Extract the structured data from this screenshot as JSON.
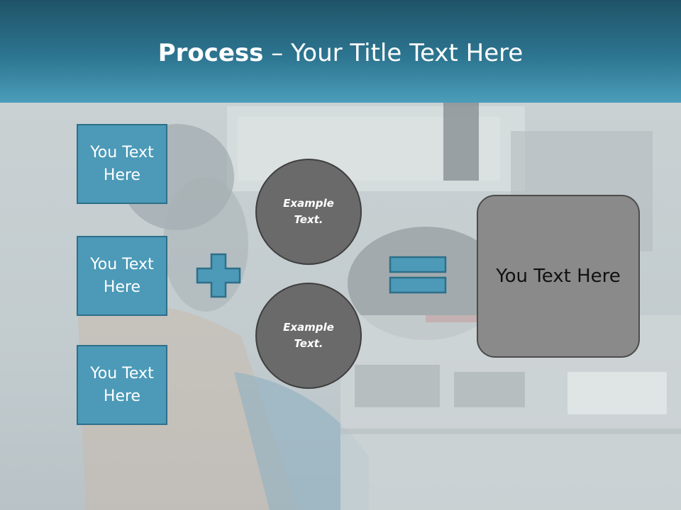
{
  "header": {
    "title_bold": "Process",
    "title_rest": " – Your Title Text Here"
  },
  "left_boxes": [
    {
      "label": "You Text Here"
    },
    {
      "label": "You Text Here"
    },
    {
      "label": "You Text Here"
    }
  ],
  "circles": [
    {
      "label": "Example Text."
    },
    {
      "label": "Example Text."
    }
  ],
  "operators": {
    "plus_icon": "plus-icon",
    "equals_icon": "equals-icon"
  },
  "result": {
    "label": "You Text Here"
  },
  "colors": {
    "header": "#2d7590",
    "box_fill": "#4c9ab8",
    "box_border": "#2e6f89",
    "circle_fill": "#6a6a6a",
    "result_fill": "#8a8a8a"
  }
}
